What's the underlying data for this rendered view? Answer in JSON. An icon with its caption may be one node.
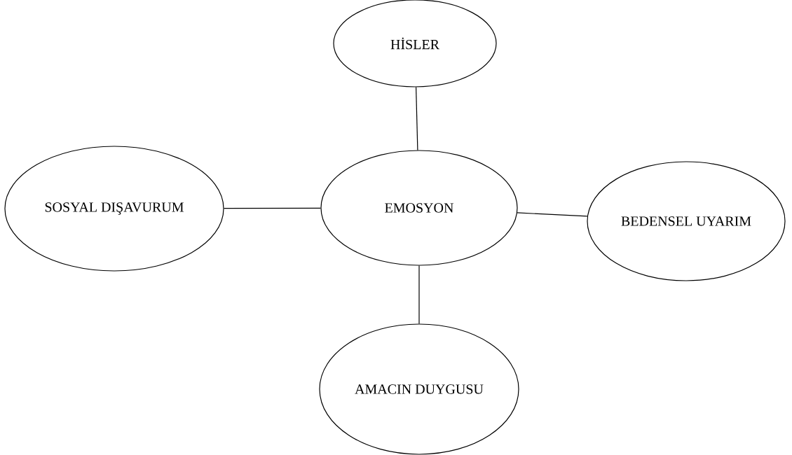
{
  "diagram": {
    "nodes": [
      {
        "text": [
          "HİSLER"
        ]
      },
      {
        "text": [
          "SOSYAL DIŞAVURUM"
        ]
      },
      {
        "text": [
          "EMOSYON"
        ]
      },
      {
        "text": [
          "BEDENSEL UYARIM"
        ]
      },
      {
        "text": [
          "AMACIN DUYGUSU"
        ]
      }
    ],
    "edges": [
      {
        "from": 2,
        "to": 0,
        "arrow": "none"
      },
      {
        "from": 1,
        "to": 2,
        "arrow": "none"
      },
      {
        "from": 2,
        "to": 3,
        "arrow": "none"
      },
      {
        "from": 2,
        "to": 4,
        "arrow": "none"
      }
    ]
  }
}
